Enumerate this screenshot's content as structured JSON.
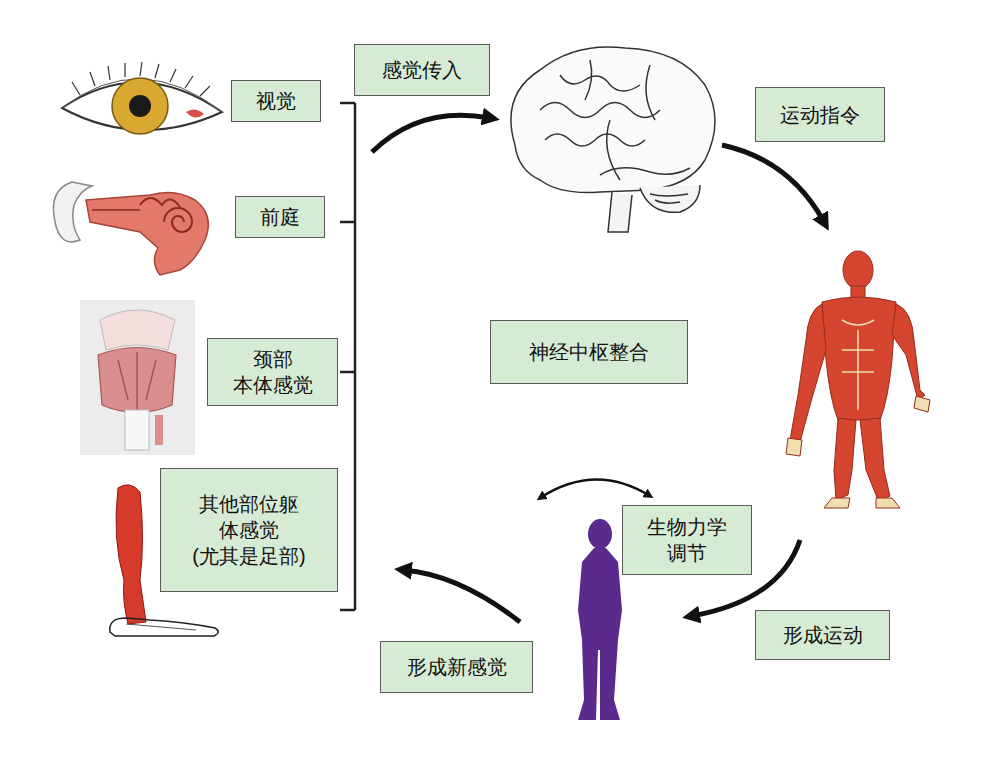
{
  "diagram": {
    "nodes": [
      {
        "text": [
          "视觉"
        ]
      },
      {
        "text": [
          "感觉传入"
        ]
      },
      {
        "text": [
          "运动指令"
        ]
      },
      {
        "text": [
          "前庭"
        ]
      },
      {
        "text": [
          "颈部 本体感觉"
        ]
      },
      {
        "text": [
          "神经中枢整合"
        ]
      },
      {
        "text": [
          "其他部位躯 体感觉 (尤其是足部)"
        ]
      },
      {
        "text": [
          "生物力学 调节"
        ]
      },
      {
        "text": [
          "形成运动"
        ]
      },
      {
        "text": [
          "形成新感觉"
        ]
      }
    ]
  }
}
